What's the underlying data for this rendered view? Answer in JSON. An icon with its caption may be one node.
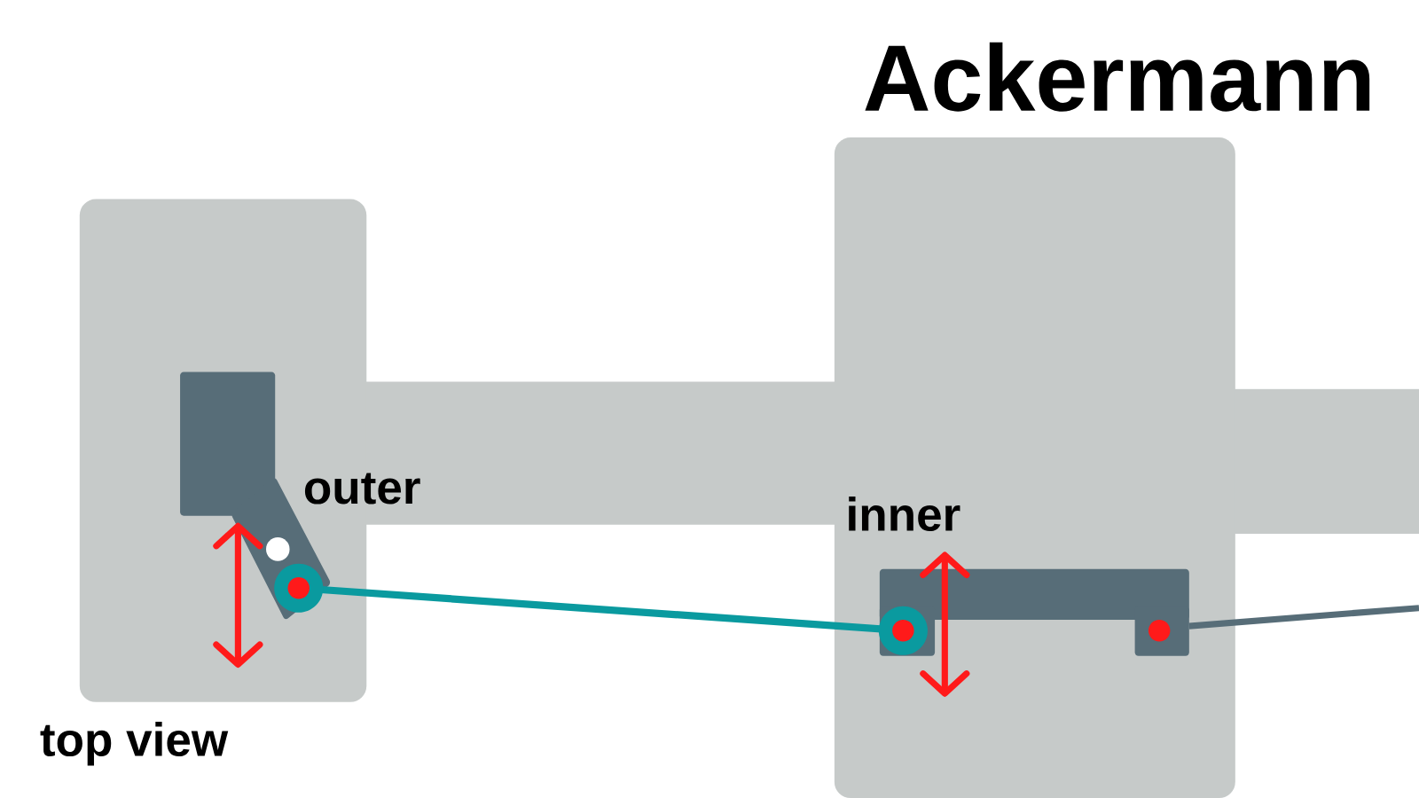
{
  "diagram": {
    "title": "Ackermann",
    "labels": [
      "outer",
      "inner",
      "top view"
    ]
  }
}
